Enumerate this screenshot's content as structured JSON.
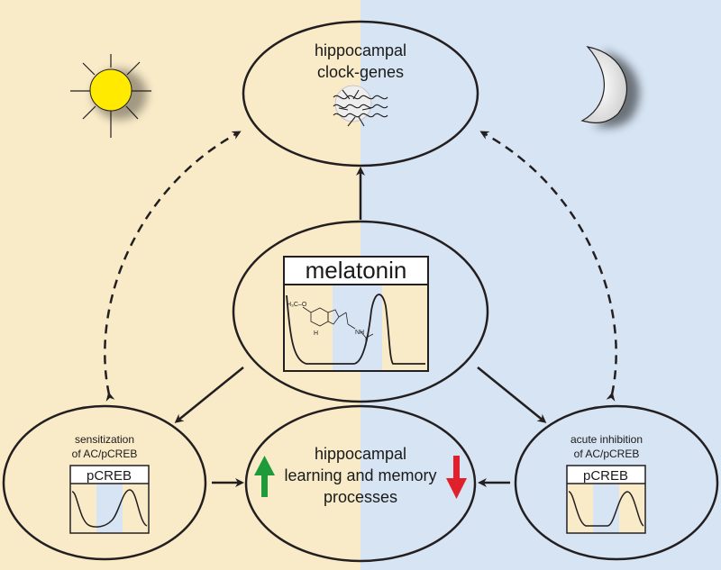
{
  "nodes": {
    "clock": {
      "line1": "hippocampal",
      "line2": "clock-genes"
    },
    "melatonin": {
      "title": "melatonin",
      "atom_o": "H₃C–O",
      "atom_nh": "NH",
      "atom_n": "N",
      "atom_h": "H"
    },
    "learning": {
      "line1": "hippocampal",
      "line2": "learning and memory",
      "line3": "processes"
    },
    "left": {
      "line1": "sensitization",
      "line2": "of AC/pCREB",
      "box_title": "pCREB"
    },
    "right": {
      "line1": "acute inhibition",
      "line2": "of AC/pCREB",
      "box_title": "pCREB"
    }
  },
  "colors": {
    "day_background": "#f9ebc8",
    "night_background": "#d6e4f3",
    "sun": "#ffea00",
    "moon": "#e6e6e6",
    "up_arrow": "#1f9a3b",
    "down_arrow": "#e0202a",
    "line": "#231f20"
  },
  "icons": [
    "sun-icon",
    "moon-icon",
    "clock-gene-icon",
    "up-arrow-icon",
    "down-arrow-icon"
  ]
}
